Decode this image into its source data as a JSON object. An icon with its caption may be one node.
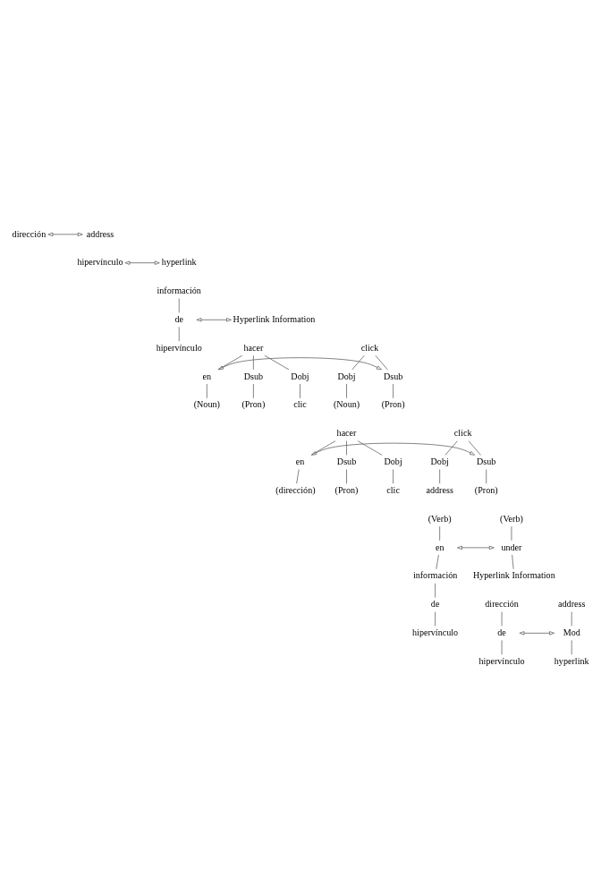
{
  "diagram": {
    "nodes": [
      {
        "text": [
          "dirección"
        ]
      },
      {
        "text": [
          "address"
        ]
      },
      {
        "text": [
          "hipervínculo"
        ]
      },
      {
        "text": [
          "hyperlink"
        ]
      },
      {
        "text": [
          "información"
        ]
      },
      {
        "text": [
          "de"
        ]
      },
      {
        "text": [
          "hipervínculo"
        ]
      },
      {
        "text": [
          "Hyperlink Information"
        ]
      },
      {
        "text": [
          "hacer"
        ]
      },
      {
        "text": [
          "Dsub"
        ]
      },
      {
        "text": [
          "Dobj"
        ]
      },
      {
        "text": [
          "en"
        ]
      },
      {
        "text": [
          "(Pron)"
        ]
      },
      {
        "text": [
          "clic"
        ]
      },
      {
        "text": [
          "(Noun)"
        ]
      },
      {
        "text": [
          "click"
        ]
      },
      {
        "text": [
          "Dsub"
        ]
      },
      {
        "text": [
          "Dobj"
        ]
      },
      {
        "text": [
          "(Pron)"
        ]
      },
      {
        "text": [
          "(Noun)"
        ]
      },
      {
        "text": [
          "hacer"
        ]
      },
      {
        "text": [
          "Dsub"
        ]
      },
      {
        "text": [
          "Dobj"
        ]
      },
      {
        "text": [
          "en"
        ]
      },
      {
        "text": [
          "(Pron)"
        ]
      },
      {
        "text": [
          "clic"
        ]
      },
      {
        "text": [
          "(dirección)"
        ]
      },
      {
        "text": [
          "click"
        ]
      },
      {
        "text": [
          "Dsub"
        ]
      },
      {
        "text": [
          "Dobj"
        ]
      },
      {
        "text": [
          "(Pron)"
        ]
      },
      {
        "text": [
          "address"
        ]
      },
      {
        "text": [
          "(Verb)"
        ]
      },
      {
        "text": [
          "en"
        ]
      },
      {
        "text": [
          "información"
        ]
      },
      {
        "text": [
          "de"
        ]
      },
      {
        "text": [
          "hipervínculo"
        ]
      },
      {
        "text": [
          "(Verb)"
        ]
      },
      {
        "text": [
          "under"
        ]
      },
      {
        "text": [
          "Hyperlink Information"
        ]
      },
      {
        "text": [
          "dirección"
        ]
      },
      {
        "text": [
          "de"
        ]
      },
      {
        "text": [
          "hipervínculo"
        ]
      },
      {
        "text": [
          "address"
        ]
      },
      {
        "text": [
          "Mod"
        ]
      },
      {
        "text": [
          "hyperlink"
        ]
      }
    ],
    "edges": [
      {
        "from": 0,
        "to": 1,
        "arrow": "both"
      },
      {
        "from": 2,
        "to": 3,
        "arrow": "both"
      },
      {
        "from": 4,
        "to": 5,
        "arrow": "none"
      },
      {
        "from": 5,
        "to": 6,
        "arrow": "none"
      },
      {
        "from": 5,
        "to": 7,
        "arrow": "both"
      },
      {
        "from": 8,
        "to": 9,
        "arrow": "none"
      },
      {
        "from": 8,
        "to": 10,
        "arrow": "none"
      },
      {
        "from": 8,
        "to": 11,
        "arrow": "none"
      },
      {
        "from": 9,
        "to": 12,
        "arrow": "none"
      },
      {
        "from": 10,
        "to": 13,
        "arrow": "none"
      },
      {
        "from": 11,
        "to": 14,
        "arrow": "none"
      },
      {
        "from": 11,
        "to": 16,
        "arrow": "both"
      },
      {
        "from": 15,
        "to": 16,
        "arrow": "none"
      },
      {
        "from": 15,
        "to": 17,
        "arrow": "none"
      },
      {
        "from": 16,
        "to": 18,
        "arrow": "none"
      },
      {
        "from": 17,
        "to": 19,
        "arrow": "none"
      },
      {
        "from": 20,
        "to": 21,
        "arrow": "none"
      },
      {
        "from": 20,
        "to": 22,
        "arrow": "none"
      },
      {
        "from": 20,
        "to": 23,
        "arrow": "none"
      },
      {
        "from": 21,
        "to": 24,
        "arrow": "none"
      },
      {
        "from": 22,
        "to": 25,
        "arrow": "none"
      },
      {
        "from": 23,
        "to": 26,
        "arrow": "none"
      },
      {
        "from": 23,
        "to": 28,
        "arrow": "both"
      },
      {
        "from": 27,
        "to": 28,
        "arrow": "none"
      },
      {
        "from": 27,
        "to": 29,
        "arrow": "none"
      },
      {
        "from": 28,
        "to": 30,
        "arrow": "none"
      },
      {
        "from": 29,
        "to": 31,
        "arrow": "none"
      },
      {
        "from": 32,
        "to": 33,
        "arrow": "none"
      },
      {
        "from": 33,
        "to": 34,
        "arrow": "none"
      },
      {
        "from": 34,
        "to": 35,
        "arrow": "none"
      },
      {
        "from": 35,
        "to": 36,
        "arrow": "none"
      },
      {
        "from": 33,
        "to": 38,
        "arrow": "both"
      },
      {
        "from": 37,
        "to": 38,
        "arrow": "none"
      },
      {
        "from": 38,
        "to": 39,
        "arrow": "none"
      },
      {
        "from": 40,
        "to": 41,
        "arrow": "none"
      },
      {
        "from": 41,
        "to": 42,
        "arrow": "none"
      },
      {
        "from": 41,
        "to": 44,
        "arrow": "both"
      },
      {
        "from": 43,
        "to": 44,
        "arrow": "none"
      },
      {
        "from": 44,
        "to": 45,
        "arrow": "none"
      }
    ]
  }
}
